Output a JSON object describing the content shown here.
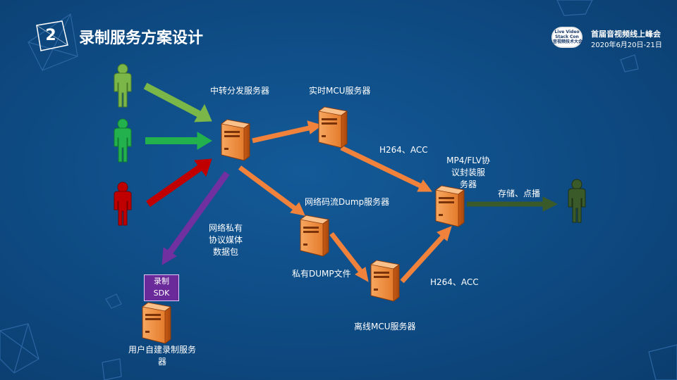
{
  "header": {
    "section_number": "2",
    "title": "录制服务方案设计",
    "conference_name": "首届音视频线上峰会",
    "conference_date": "2020年6月20日-21日",
    "logo_text": "Live Video\nStack Con\n音视频技术大会"
  },
  "diagram": {
    "relay_server": "中转分发服务器",
    "realtime_mcu": "实时MCU服务器",
    "dump_server": "网络码流Dump服务器",
    "offline_mcu": "离线MCU服务器",
    "mux_server_lines": [
      "MP4/FLV协",
      "议封装服",
      "务器"
    ],
    "user_server_lines": [
      "用户自建录制服务",
      "器"
    ],
    "private_packet_lines": [
      "网络私有",
      "协议媒体",
      "数据包"
    ],
    "private_dump_file": "私有DUMP文件",
    "codec_label_1": "H264、ACC",
    "codec_label_2": "H264、ACC",
    "storage_label": "存储、点播",
    "sdk_lines": [
      "录制",
      "SDK"
    ]
  },
  "colors": {
    "background": "#0e4a82",
    "arrow_orange": "#f0823c",
    "arrow_lightgreen": "#7ab648",
    "arrow_green": "#22b14c",
    "arrow_red": "#c00000",
    "arrow_purple": "#7030a0",
    "arrow_darkgreen": "#3a5a2a",
    "server_orange": "#f08a3c"
  }
}
